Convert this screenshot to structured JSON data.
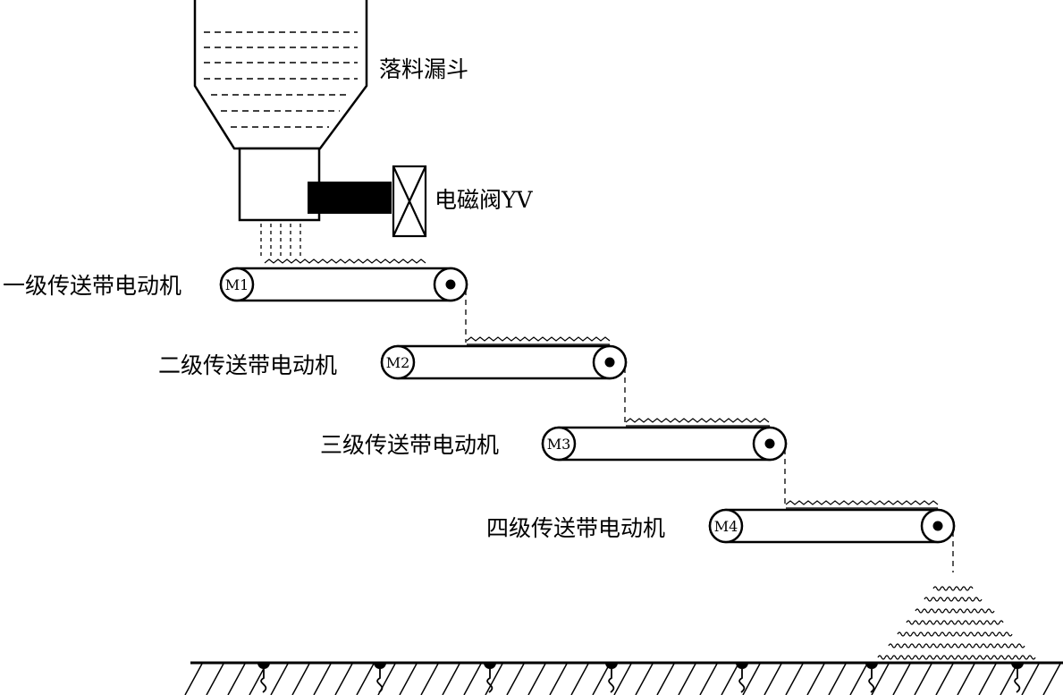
{
  "diagram": {
    "hopper_label": "落料漏斗",
    "valve_label": "电磁阀YV",
    "conveyors": [
      {
        "label": "一级传送带电动机",
        "motor": "M1"
      },
      {
        "label": "二级传送带电动机",
        "motor": "M2"
      },
      {
        "label": "三级传送带电动机",
        "motor": "M3"
      },
      {
        "label": "四级传送带电动机",
        "motor": "M4"
      }
    ]
  }
}
